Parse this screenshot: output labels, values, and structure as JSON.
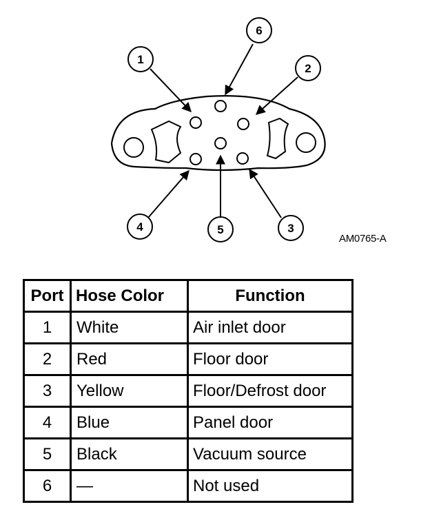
{
  "figure_id": "AM0765-A",
  "callouts": [
    "1",
    "2",
    "3",
    "4",
    "5",
    "6"
  ],
  "table": {
    "headers": [
      "Port",
      "Hose Color",
      "Function"
    ],
    "rows": [
      [
        "1",
        "White",
        "Air inlet door"
      ],
      [
        "2",
        "Red",
        "Floor door"
      ],
      [
        "3",
        "Yellow",
        "Floor/Defrost door"
      ],
      [
        "4",
        "Blue",
        "Panel door"
      ],
      [
        "5",
        "Black",
        "Vacuum source"
      ],
      [
        "6",
        "—",
        "Not used"
      ]
    ]
  }
}
